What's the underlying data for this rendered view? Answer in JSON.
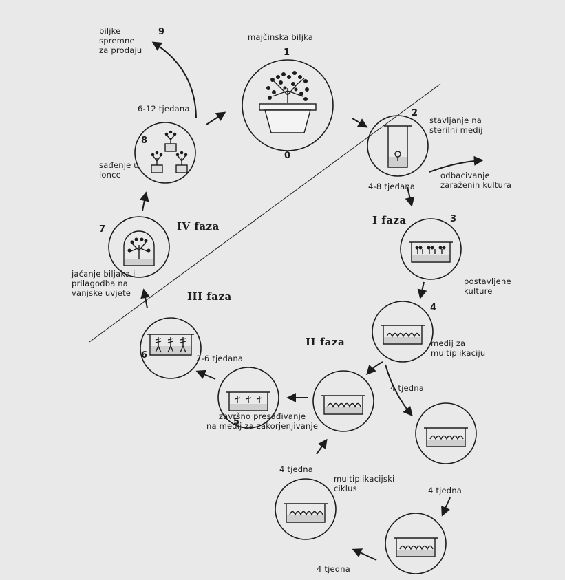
{
  "diagram": {
    "nodes": [
      {
        "id": "1",
        "num": "1",
        "label": "majčinska biljka",
        "sub": "0"
      },
      {
        "id": "2",
        "num": "2",
        "label": "stavljanje na\nsterilni medij"
      },
      {
        "id": "3",
        "num": "3",
        "label": "postavljene\nkulture"
      },
      {
        "id": "4",
        "num": "4",
        "label": "medij za\nmultiplikaciju"
      },
      {
        "id": "5",
        "num": "5",
        "label": "završno presađivanje\nna medij za zakorjenjivanje"
      },
      {
        "id": "6",
        "num": "6"
      },
      {
        "id": "7",
        "num": "7",
        "label": "jačanje biljaka i\nprilagodba na\nvanjske uvjete"
      },
      {
        "id": "8",
        "num": "8",
        "label": "sađenje u\nlonce"
      },
      {
        "id": "9",
        "num": "9",
        "label": "biljke\nspremne\nza prodaju"
      }
    ],
    "side_note": "odbacivanje\nzaraženih kultura",
    "durations": {
      "d_4_8": "4-8 tjedana",
      "d_6_12": "6-12 tjedana",
      "d_2_6": "2-6 tjedana",
      "d_4a": "4 tjedna",
      "d_4b": "4 tjedna",
      "d_4c": "4 tjedna",
      "d_4d": "4 tjedna"
    },
    "cycle_label": "multiplikacijski\nciklus",
    "phases": {
      "I": "I faza",
      "II": "II faza",
      "III": "III faza",
      "IV": "IV faza"
    }
  }
}
